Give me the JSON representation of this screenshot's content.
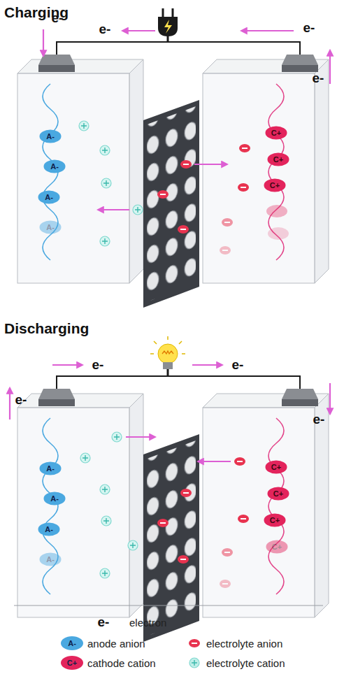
{
  "diagram": {
    "nodes": [
      {
        "text": [
          "A-"
        ]
      },
      {
        "text": [
          "A-"
        ]
      },
      {
        "text": [
          "A-"
        ]
      },
      {
        "text": [
          "A-"
        ]
      },
      {
        "text": [
          "C+"
        ]
      },
      {
        "text": [
          "C+"
        ]
      },
      {
        "text": [
          "C+"
        ]
      },
      {
        "text": [
          "A-"
        ]
      },
      {
        "text": [
          "A-"
        ]
      },
      {
        "text": [
          "A-"
        ]
      },
      {
        "text": [
          "A-"
        ]
      },
      {
        "text": [
          "C+"
        ]
      },
      {
        "text": [
          "C+"
        ]
      },
      {
        "text": [
          "C+"
        ]
      },
      {
        "text": [
          "C+"
        ]
      }
    ],
    "labels": [
      "Charging",
      "e-",
      "e-",
      "e-",
      "e-",
      "Discharging",
      "e-",
      "e-",
      "e-",
      "e-",
      "e-",
      "A-",
      "C+"
    ],
    "legend": [
      {
        "text": "electron"
      },
      {
        "text": "anode anion",
        "color": "#4aa8e0"
      },
      {
        "text": "electrolyte anion",
        "color": "#e8334f"
      },
      {
        "text": "cathode cation",
        "color": "#e3245c"
      },
      {
        "text": "electrolyte cation",
        "color": "#bfeee8"
      }
    ]
  }
}
